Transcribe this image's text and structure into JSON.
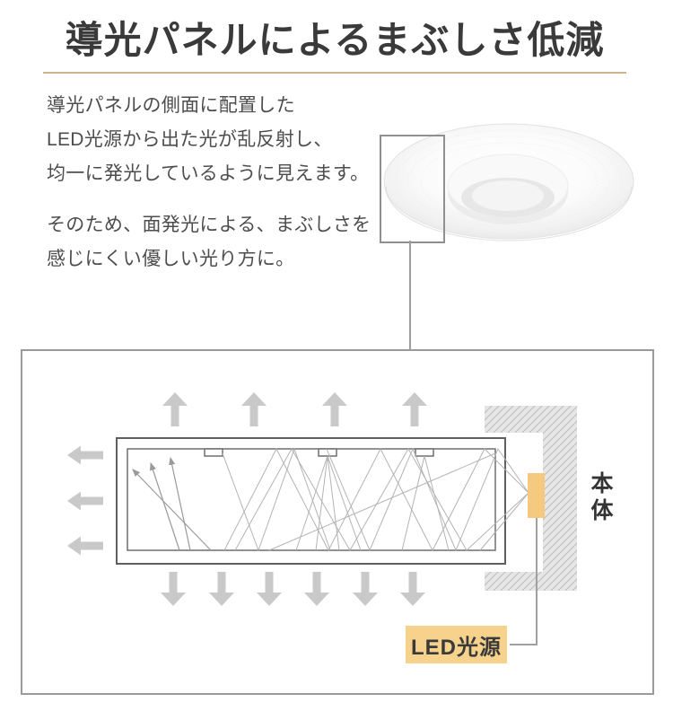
{
  "header": {
    "title": "導光パネルによるまぶしさ低減"
  },
  "intro": {
    "p1": [
      "導光パネルの側面に配置した",
      "LED光源から出た光が乱反射し、",
      "均一に発光しているように見えます。"
    ],
    "p2": [
      "そのため、面発光による、まぶしさを",
      "感じにくい優しい光り方に。"
    ]
  },
  "diagram": {
    "body_label": "本体",
    "led_label": "LED光源"
  },
  "colors": {
    "title_underline": "#cdb489",
    "led_source_fill": "#f5c97e",
    "led_label_bg": "#f6d28c",
    "arrow_gray": "#c9c9c9",
    "hatch_bg": "#e6e6e6",
    "hatch_line": "#bdbdbd"
  }
}
